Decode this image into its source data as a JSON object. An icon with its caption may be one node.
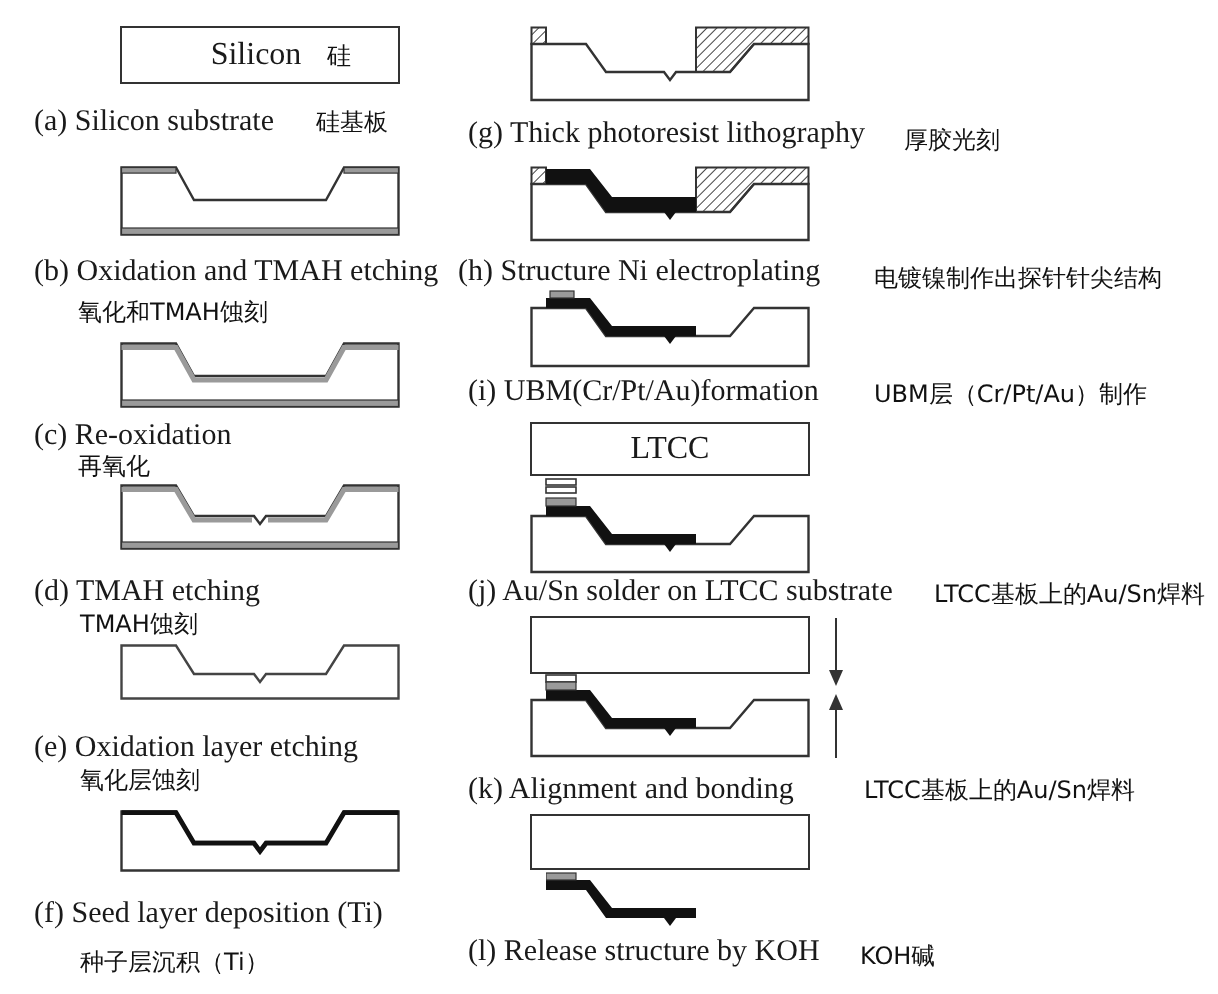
{
  "diagram": {
    "nodes": [
      {
        "text": [
          "Silicon",
          "硅"
        ]
      },
      {
        "text": [
          "LTCC"
        ]
      },
      {
        "text": [],
        "shape": "box"
      },
      {
        "text": [],
        "shape": "box"
      }
    ],
    "labels": [
      "(a) Silicon substrate",
      "硅基板",
      "(b) Oxidation and TMAH etching",
      "氧化和TMAH蚀刻",
      "(c) Re-oxidation",
      "再氧化",
      "(d) TMAH etching",
      "TMAH蚀刻",
      "(e) Oxidation layer etching",
      "氧化层蚀刻",
      "(f) Seed layer deposition (Ti)",
      "种子层沉积（Ti）",
      "(g) Thick photoresist lithography",
      "厚胶光刻",
      "(h) Structure Ni electroplating",
      "电镀镍制作出探针针尖结构",
      "(i) UBM(Cr/Pt/Au)formation",
      "UBM层（Cr/Pt/Au）制作",
      "(j) Au/Sn solder on LTCC substrate",
      "LTCC基板上的Au/Sn焊料",
      "(k) Alignment and bonding",
      "LTCC基板上的Au/Sn焊料",
      "(l) Release structure by KOH",
      "KOH碱"
    ]
  }
}
